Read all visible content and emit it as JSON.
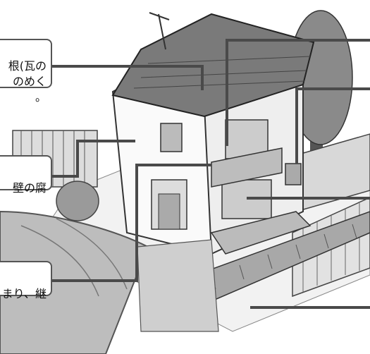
{
  "callouts": [
    {
      "id": "roof",
      "text": "根(瓦の\nのめく\n。"
    },
    {
      "id": "wall",
      "text": "壁の腐"
    },
    {
      "id": "floor",
      "text": "まり、継"
    }
  ],
  "colors": {
    "line": "#4a4a4a",
    "ink": "#222222",
    "bg": "#ffffff"
  }
}
